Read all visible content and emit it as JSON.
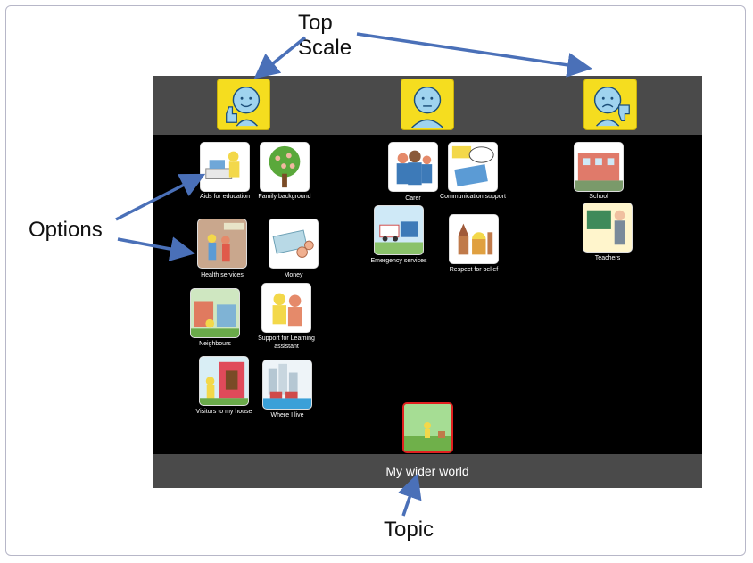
{
  "callouts": {
    "top_scale_line1": "Top",
    "top_scale_line2": "Scale",
    "options": "Options",
    "topic": "Topic"
  },
  "scale": {
    "faces": [
      {
        "icon": "thumbs-up-face-icon"
      },
      {
        "icon": "neutral-face-icon"
      },
      {
        "icon": "thumbs-down-face-icon"
      }
    ]
  },
  "options": {
    "aids_for_education": "Aids for education",
    "family_background": "Family background",
    "health_services": "Health services",
    "money": "Money",
    "neighbours": "Neighbours",
    "support_learning_assistant": "Support for Learning assistant",
    "visitors_to_my_house": "Visitors to my house",
    "where_i_live": "Where I live",
    "carer": "Carer",
    "communication_support": "Communication support",
    "emergency_services": "Emergency services",
    "respect_for_belief": "Respect for belief",
    "school": "School",
    "teachers": "Teachers"
  },
  "topic": {
    "label": "My wider world"
  },
  "colors": {
    "board": "#000000",
    "bar": "#4a4a4a",
    "face": "#f5dd1f",
    "arrow": "#4a70b8",
    "topic_border": "#e02020"
  }
}
